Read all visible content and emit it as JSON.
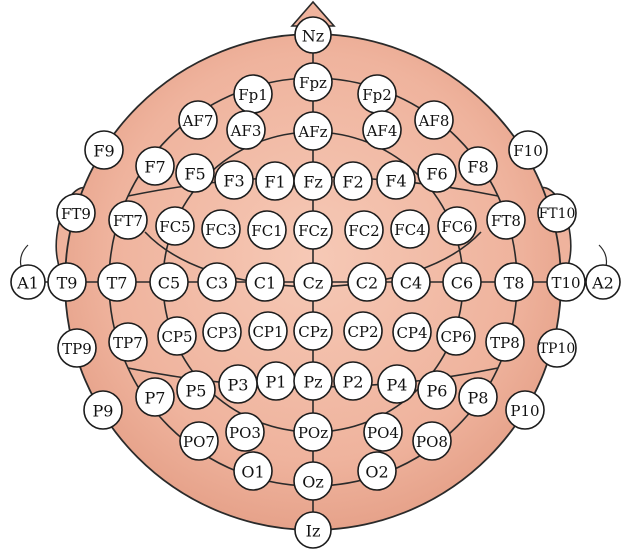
{
  "colors": {
    "head_fill": "#f2b9a4",
    "head_stroke": "#2a2a2a",
    "electrode_fill": "#ffffff"
  },
  "electrodes": [
    {
      "id": "Nz"
    },
    {
      "id": "Fpz"
    },
    {
      "id": "Fp1"
    },
    {
      "id": "Fp2"
    },
    {
      "id": "AF7"
    },
    {
      "id": "AF3"
    },
    {
      "id": "AFz"
    },
    {
      "id": "AF4"
    },
    {
      "id": "AF8"
    },
    {
      "id": "F9"
    },
    {
      "id": "F7"
    },
    {
      "id": "F5"
    },
    {
      "id": "F3"
    },
    {
      "id": "F1"
    },
    {
      "id": "Fz"
    },
    {
      "id": "F2"
    },
    {
      "id": "F4"
    },
    {
      "id": "F6"
    },
    {
      "id": "F8"
    },
    {
      "id": "F10"
    },
    {
      "id": "FT9"
    },
    {
      "id": "FT7"
    },
    {
      "id": "FC5"
    },
    {
      "id": "FC3"
    },
    {
      "id": "FC1"
    },
    {
      "id": "FCz"
    },
    {
      "id": "FC2"
    },
    {
      "id": "FC4"
    },
    {
      "id": "FC6"
    },
    {
      "id": "FT8"
    },
    {
      "id": "FT10"
    },
    {
      "id": "A1"
    },
    {
      "id": "T9"
    },
    {
      "id": "T7"
    },
    {
      "id": "C5"
    },
    {
      "id": "C3"
    },
    {
      "id": "C1"
    },
    {
      "id": "Cz"
    },
    {
      "id": "C2"
    },
    {
      "id": "C4"
    },
    {
      "id": "C6"
    },
    {
      "id": "T8"
    },
    {
      "id": "T10"
    },
    {
      "id": "A2"
    },
    {
      "id": "TP9"
    },
    {
      "id": "TP7"
    },
    {
      "id": "CP5"
    },
    {
      "id": "CP3"
    },
    {
      "id": "CP1"
    },
    {
      "id": "CPz"
    },
    {
      "id": "CP2"
    },
    {
      "id": "CP4"
    },
    {
      "id": "CP6"
    },
    {
      "id": "TP8"
    },
    {
      "id": "TP10"
    },
    {
      "id": "P9"
    },
    {
      "id": "P7"
    },
    {
      "id": "P5"
    },
    {
      "id": "P3"
    },
    {
      "id": "P1"
    },
    {
      "id": "Pz"
    },
    {
      "id": "P2"
    },
    {
      "id": "P4"
    },
    {
      "id": "P6"
    },
    {
      "id": "P8"
    },
    {
      "id": "P10"
    },
    {
      "id": "PO7"
    },
    {
      "id": "PO3"
    },
    {
      "id": "POz"
    },
    {
      "id": "PO4"
    },
    {
      "id": "PO8"
    },
    {
      "id": "O1"
    },
    {
      "id": "Oz"
    },
    {
      "id": "O2"
    },
    {
      "id": "Iz"
    }
  ]
}
